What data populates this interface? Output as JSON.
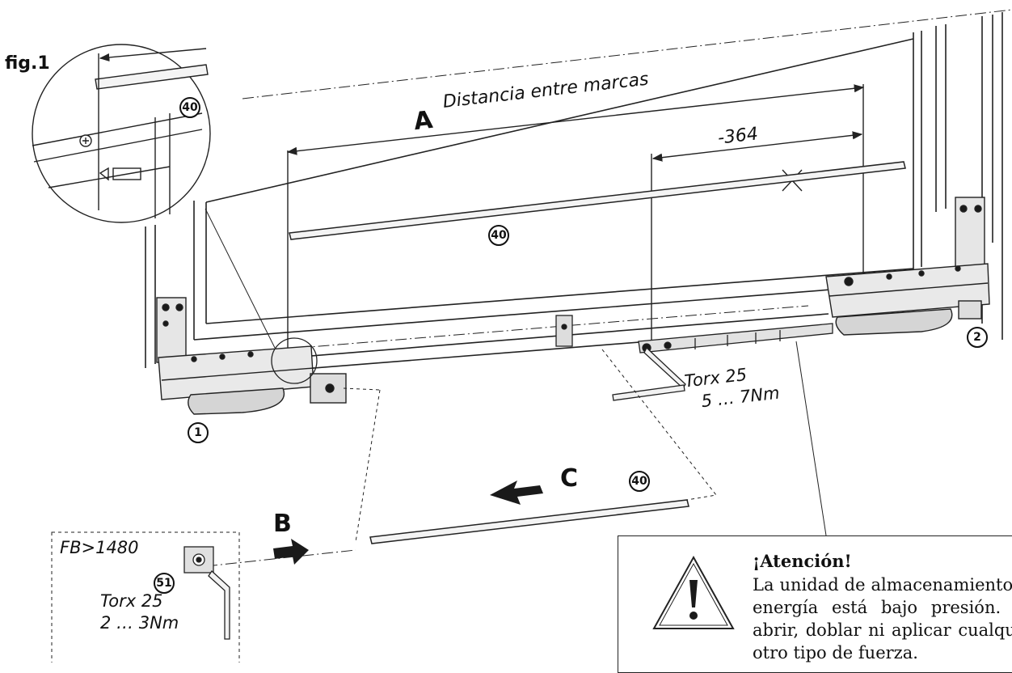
{
  "figure": {
    "label": "fig.1",
    "dimension_a_letter": "A",
    "dimension_a_text": "Distancia entre marcas",
    "dimension_offset": "-364",
    "part_number": "40",
    "part_number_small": "51",
    "hinge_left": "1",
    "hinge_right": "2",
    "step_b": "B",
    "step_c": "C",
    "torx_large": {
      "line1": "Torx 25",
      "line2": "5 … 7Nm"
    },
    "inset": {
      "width_condition": "FB>1480",
      "line1": "Torx 25",
      "line2": "2 … 3Nm"
    }
  },
  "warning": {
    "title": "¡Atención!",
    "body": "La unidad de almacenamiento de energía está bajo presión. No abrir, doblar ni aplicar cualquier otro tipo de fuerza."
  },
  "colors": {
    "line": "#222222",
    "fill_light": "#eeeeee",
    "fill_mid": "#cfcfcf",
    "fill_dark": "#1a1a1a"
  }
}
